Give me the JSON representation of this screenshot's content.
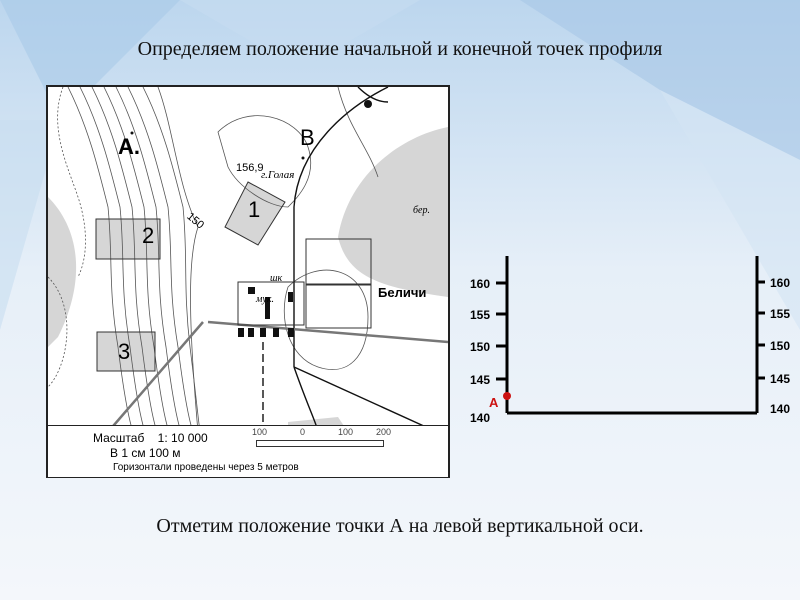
{
  "slide": {
    "title": "Определяем положение начальной и конечной точек профиля",
    "caption": "Отметим положение точки А на левой вертикальной оси."
  },
  "map": {
    "point_a": "A.",
    "point_b": "B",
    "summit_height": "156,9",
    "summit_name": "г.Голая",
    "contour_label": "150",
    "area_labels": [
      "1",
      "2",
      "3"
    ],
    "village": "Беличи",
    "label_shk": "шк",
    "label_muk": "мук.",
    "label_ber": "бер.",
    "legend": {
      "scale": "Масштаб    1: 10 000",
      "cm": "В 1 см 100 м",
      "contours": "Горизонтали проведены через 5 метров",
      "bar_ticks": [
        "100",
        "0",
        "100",
        "200"
      ]
    }
  },
  "profile": {
    "left_ticks": [
      "160",
      "155",
      "150",
      "145",
      "140"
    ],
    "right_ticks": [
      "160",
      "155",
      "150",
      "145",
      "140"
    ],
    "point_label": "A",
    "point_value": 142.5,
    "y_range": [
      140,
      160
    ],
    "point_color": "#cc1111"
  }
}
